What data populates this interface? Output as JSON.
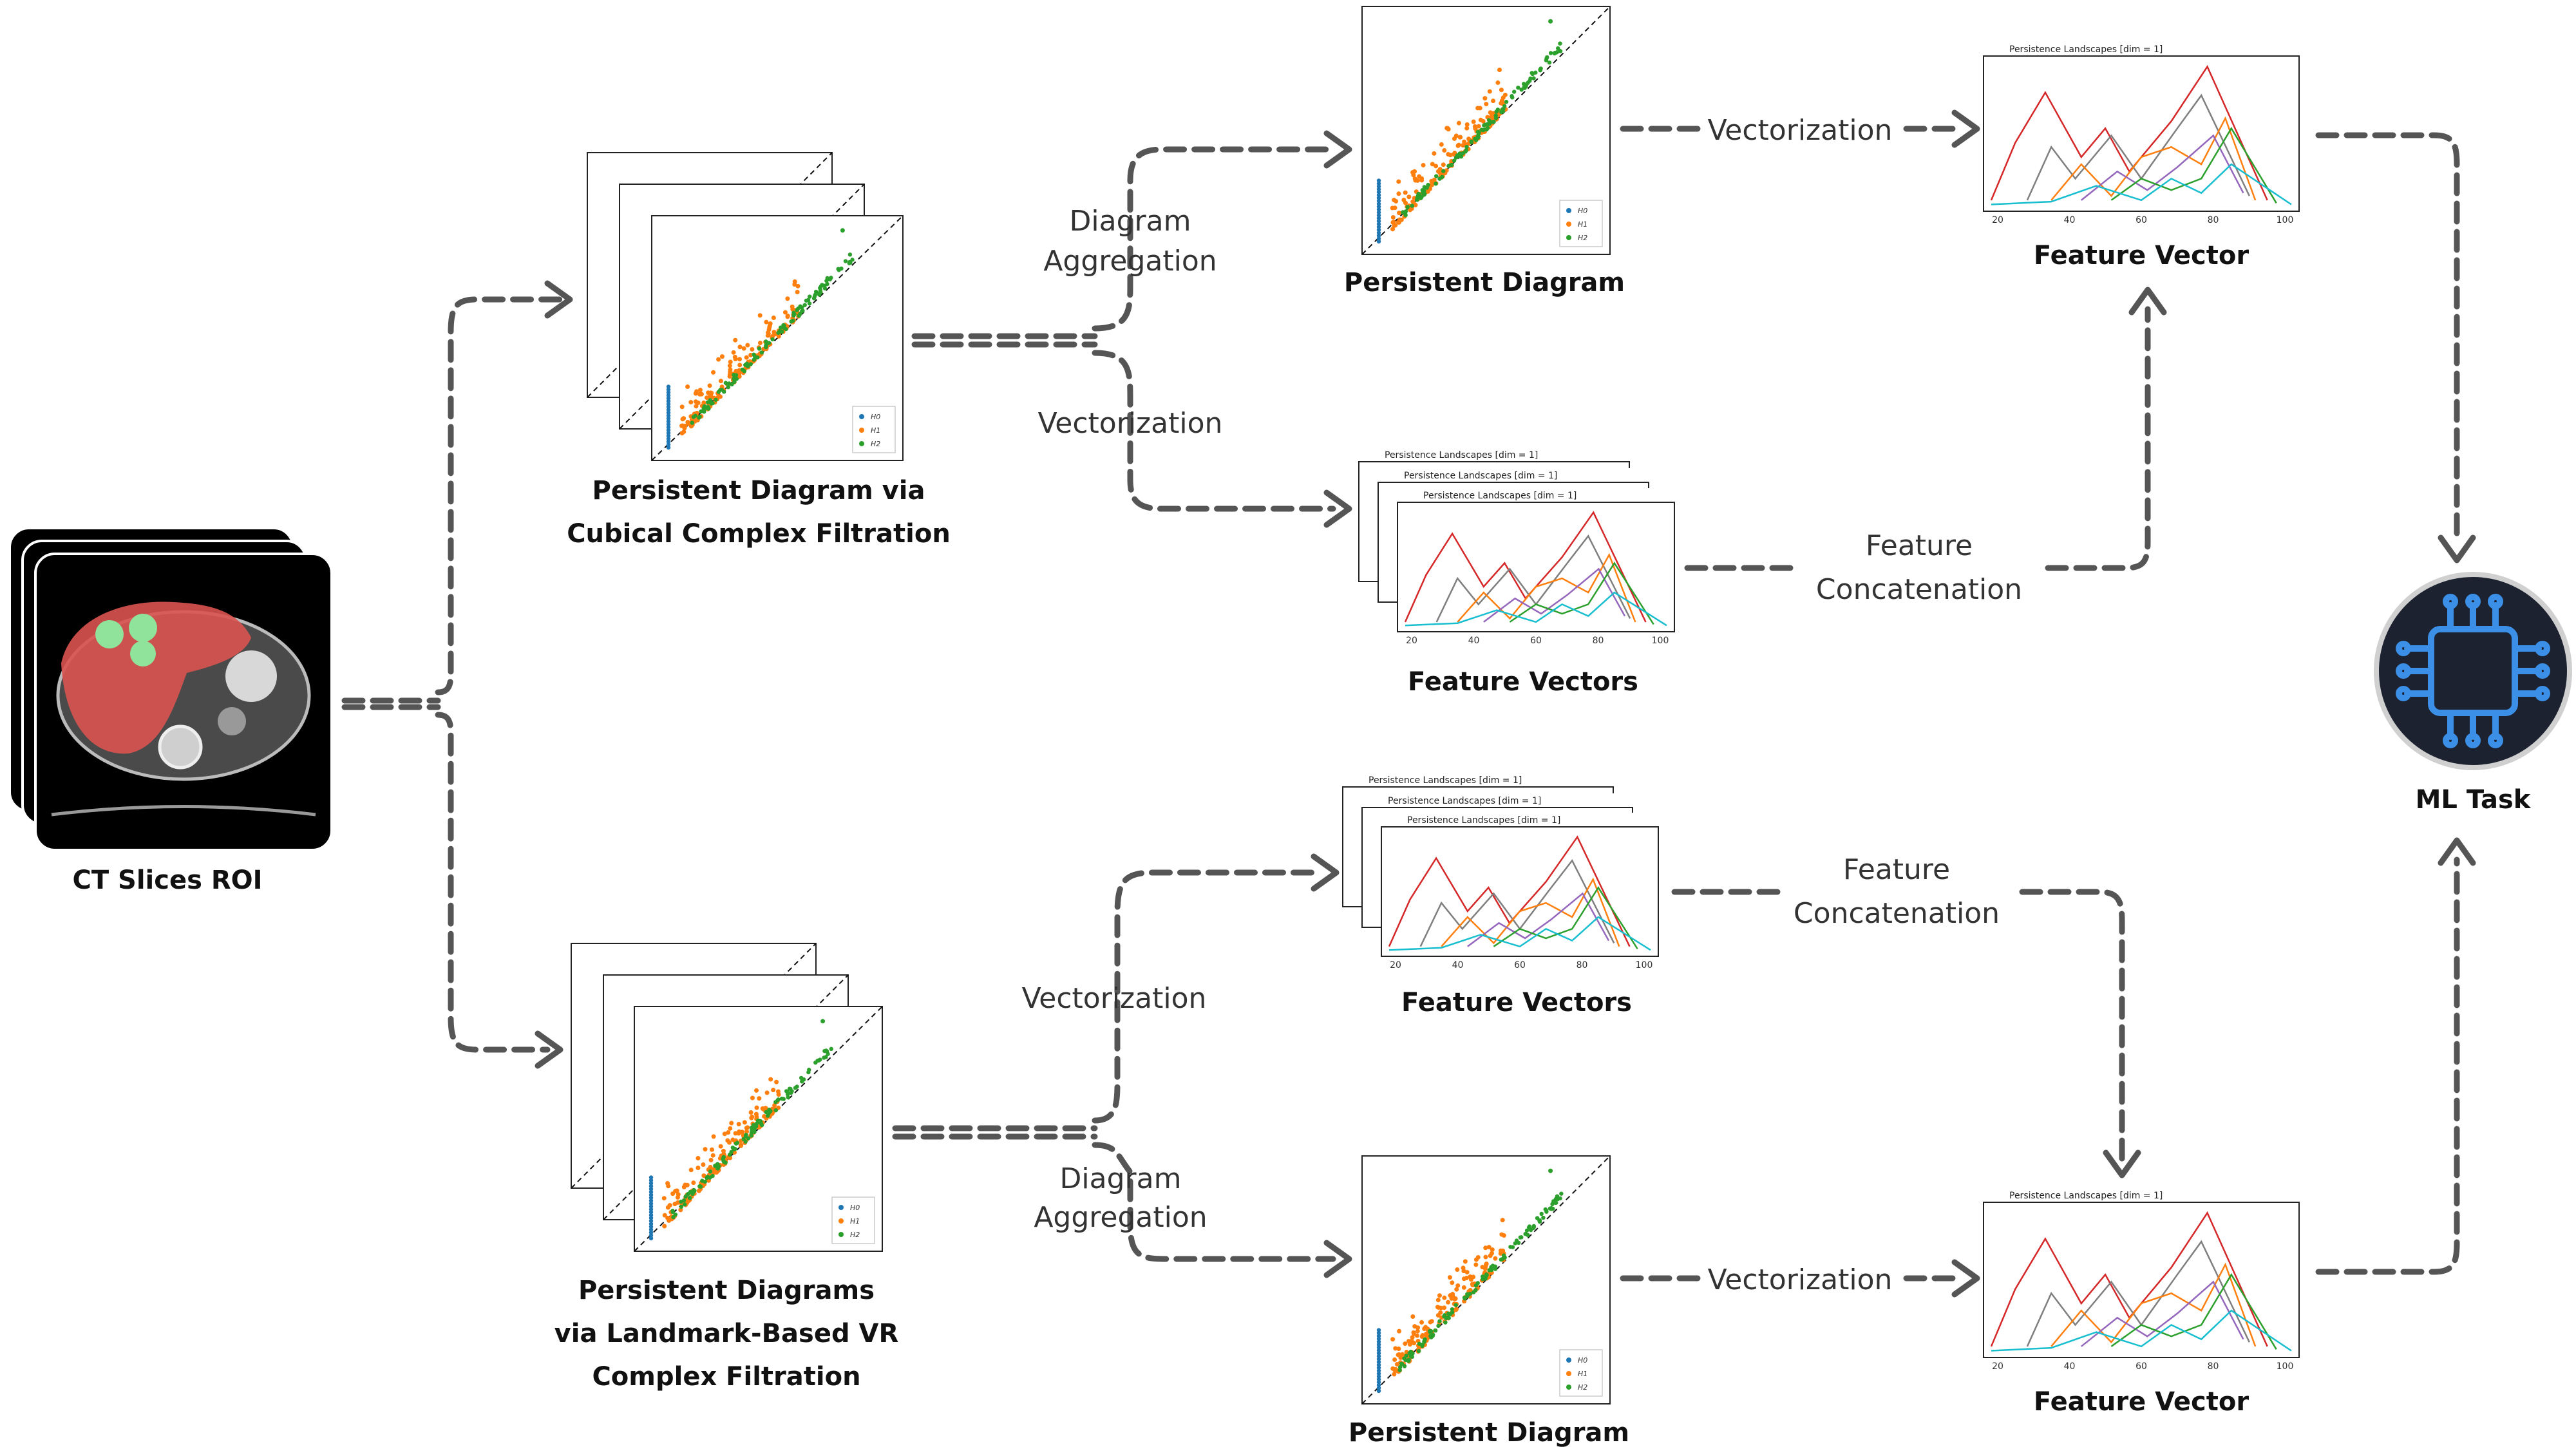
{
  "nodes": {
    "ct": "CT Slices ROI",
    "pd_cubical": [
      "Persistent  Diagram via",
      "Cubical Complex Filtration"
    ],
    "pd_top": "Persistent  Diagram",
    "fv_top": "Feature Vector",
    "fvs_top": "Feature Vectors",
    "pd_vr": [
      "Persistent  Diagrams",
      "via Landmark-Based VR",
      "Complex Filtration"
    ],
    "fvs_bottom": "Feature Vectors",
    "pd_bottom": "Persistent  Diagram",
    "fv_bottom": "Feature Vector",
    "ml": "ML Task"
  },
  "edges": {
    "agg_top": [
      "Diagram",
      "Aggregation"
    ],
    "vec_top_lower": "Vectorization",
    "vec_top_right": "Vectorization",
    "concat_top": [
      "Feature",
      "Concatenation"
    ],
    "vec_bottom_upper": "Vectorization",
    "agg_bottom": [
      "Diagram",
      "Aggregation"
    ],
    "concat_bottom": [
      "Feature",
      "Concatenation"
    ],
    "vec_bottom_right": "Vectorization"
  },
  "plots": {
    "landscape_title": "Persistence Landscapes [dim = 1]",
    "landscape_ticks": [
      "20",
      "40",
      "60",
      "80",
      "100"
    ],
    "legend": [
      "H0",
      "H1",
      "H2"
    ]
  },
  "colors": {
    "h0": "#1f77b4",
    "h1": "#ff7f0e",
    "h2": "#2ca02c",
    "arrow": "#555555",
    "ml_chip": "#3b8fe6",
    "ml_bg": "#1c2230",
    "liver": "#d9534f",
    "lesion": "#8fe39a"
  },
  "icons": [
    "cpu-chip-icon"
  ]
}
